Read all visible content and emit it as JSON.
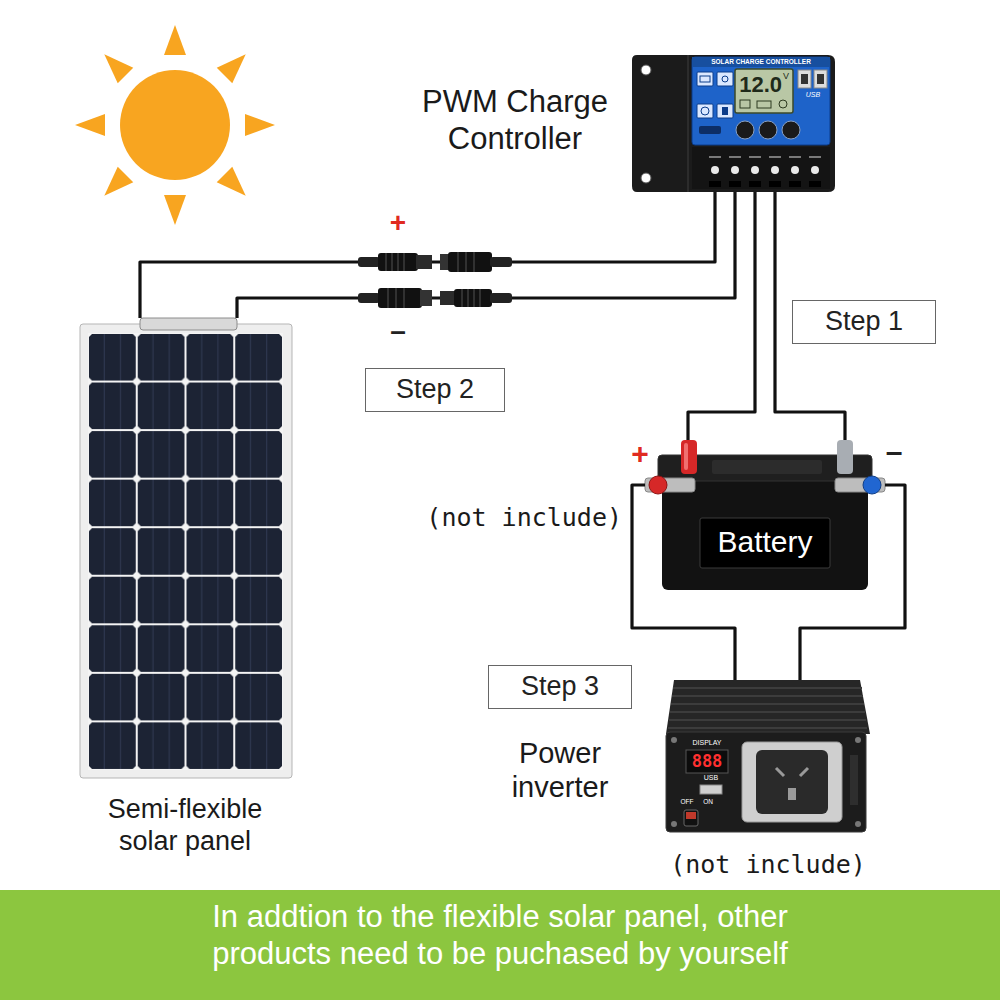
{
  "diagram": {
    "caption": "In addtion to the flexible solar panel, other products need to be puchased by yourself",
    "nodes": [
      {
        "text": [
          "PWM Charge Controller",
          "SOLAR CHARGE CONTROLLER",
          "12.0",
          "V",
          "USB"
        ]
      },
      {
        "text": [
          "Step 1"
        ]
      },
      {
        "text": [
          "Semi-flexible solar panel"
        ]
      },
      {
        "text": [
          "Step 2"
        ]
      },
      {
        "text": [
          "Battery"
        ]
      },
      {
        "text": [
          "Step 3"
        ]
      },
      {
        "text": [
          "Power inverter",
          "DISPLAY",
          "888",
          "USB",
          "OFF",
          "ON"
        ]
      }
    ],
    "edges": [
      {
        "from": 0,
        "to": 2,
        "arrow": "none"
      },
      {
        "from": 0,
        "to": 2,
        "arrow": "none"
      },
      {
        "from": 0,
        "to": 4,
        "arrow": "none"
      },
      {
        "from": 0,
        "to": 4,
        "arrow": "none"
      },
      {
        "from": 4,
        "to": 6,
        "arrow": "none"
      },
      {
        "from": 4,
        "to": 6,
        "arrow": "none"
      }
    ],
    "labels": [
      "+",
      "–",
      "+",
      "–",
      "(not include)",
      "(not include)"
    ]
  }
}
